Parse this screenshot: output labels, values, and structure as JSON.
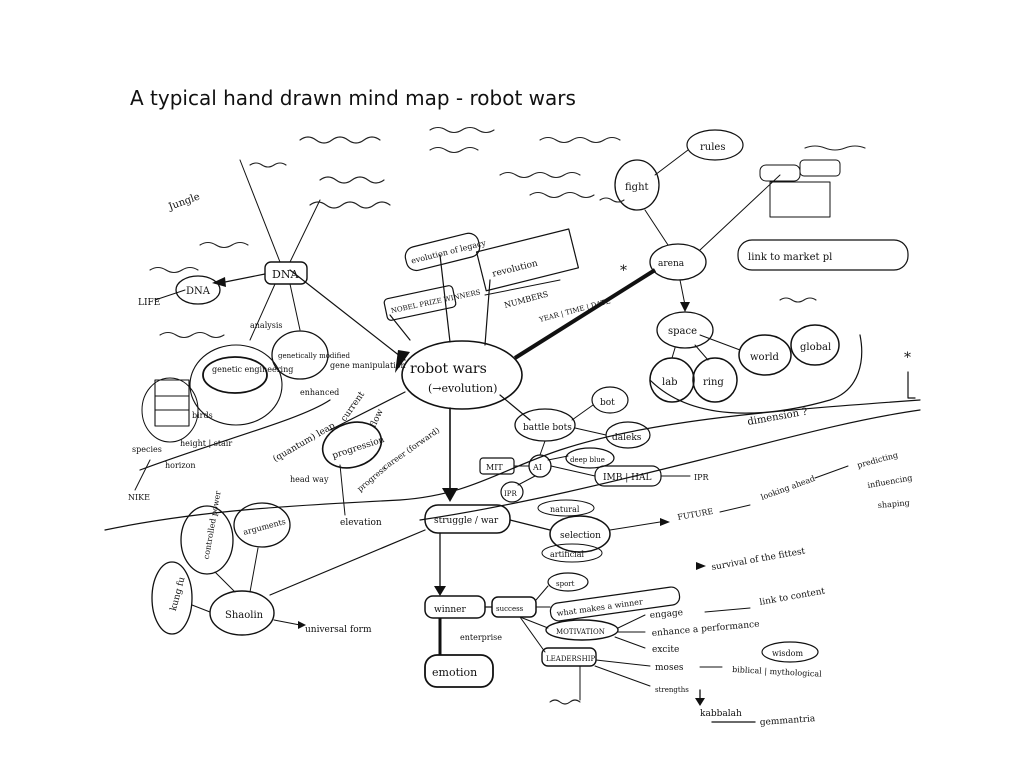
{
  "slide": {
    "title": "A typical hand drawn mind map - robot wars"
  },
  "mindmap": {
    "center": {
      "line1": "robot wars",
      "line2": "(→evolution)"
    },
    "nodes": {
      "dna_box": "DNA",
      "dna_circle": "DNA",
      "genetic_engineering": "genetic engineering",
      "genetically_modified": "genetically modified",
      "progression": "progression",
      "nobel_prize": "NOBEL PRIZE WINNERS",
      "evolution_legacy": "evolution of legacy",
      "revolution": "revolution",
      "fight": "fight",
      "rules": "rules",
      "arena": "arena",
      "space": "space",
      "lab": "lab",
      "ring": "ring",
      "world": "world",
      "global": "global",
      "dimension": "dimension ?",
      "battle_bots": "battle bots",
      "bot": "bot",
      "daleks": "daleks",
      "mit": "MIT",
      "ai": "AI",
      "deep_blue": "deep blue",
      "imb_hal": "IMB | HAL",
      "ipr_left": "IPR",
      "ipr_right": "IPR",
      "struggle": "struggle / war",
      "selection": "selection",
      "natural": "natural",
      "artificial": "artificial",
      "future": "FUTURE",
      "looking_ahead": "looking ahead",
      "predicting": "predicting",
      "influencing": "influencing",
      "shaping": "shaping",
      "survival": "survival of the fittest",
      "controlled_power": "controlled power",
      "arguments": "arguments",
      "kung_fu": "kung fu",
      "shaolin": "Shaolin",
      "universal_form": "universal form",
      "winner": "winner",
      "success": "success",
      "enterprise": "enterprise",
      "emotion": "emotion",
      "sport": "sport",
      "what_makes_winner": "what makes a winner",
      "motivation": "MOTIVATION",
      "leadership": "LEADERSHIP",
      "engage": "engage",
      "enhance": "enhance a performance",
      "excite": "excite",
      "link_content": "link to content",
      "wisdom": "wisdom",
      "moses": "moses",
      "biblical": "biblical | mythological",
      "kabbalah": "kabbalah",
      "gematria": "gemmantria",
      "strengths": "strengths",
      "link_market": "link to market pl",
      "numbers": "NUMBERS",
      "year_time_date": "YEAR | TIME | DATE",
      "quantum_leap": "(quantum) leap",
      "current": "current",
      "flow": "flow",
      "career": "career (forward)",
      "progress": "progress",
      "elevation": "elevation",
      "head_way": "head way",
      "analysis": "analysis",
      "gene_manipulation": "gene manipulation",
      "enhanced": "enhanced",
      "life": "LIFE",
      "jungle": "Jungle",
      "birds": "birds",
      "species": "species",
      "horizon": "horizon",
      "nike": "NIKE",
      "height_stair": "height | stair"
    }
  }
}
